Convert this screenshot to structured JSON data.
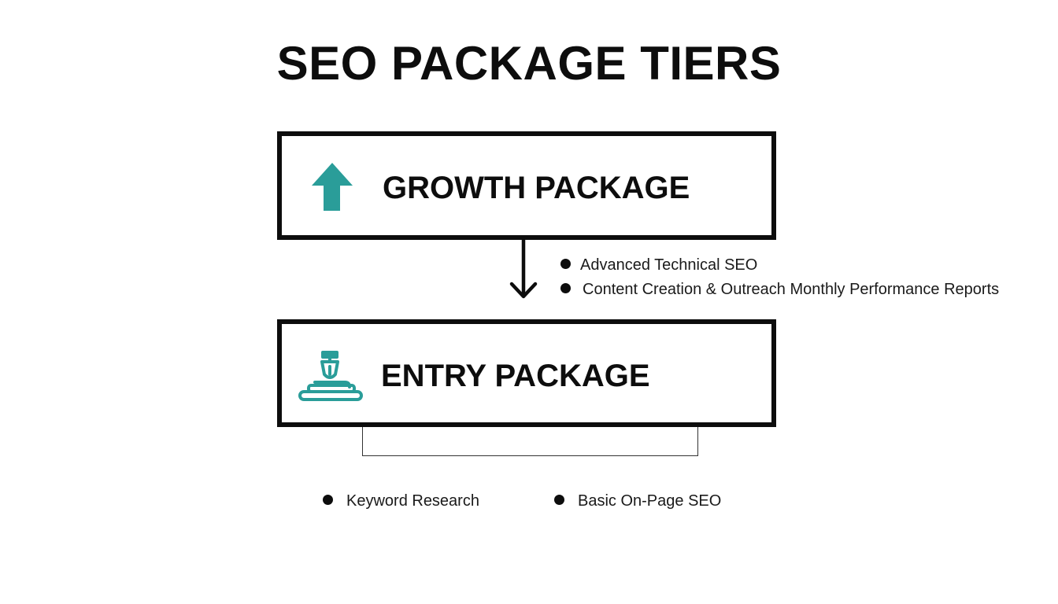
{
  "title": "SEO PACKAGE TIERS",
  "colors": {
    "accent": "#2a9d99",
    "outline": "#0d0d0d",
    "background": "#ffffff"
  },
  "tiers": [
    {
      "label": "GROWTH PACKAGE",
      "icon": "up-arrow-icon",
      "features": [
        "Advanced Technical SEO",
        "Content Creation & Outreach Monthly Performance Reports"
      ]
    },
    {
      "label": "ENTRY PACKAGE",
      "icon": "pen-nib-icon",
      "features": [
        "Keyword Research",
        "Basic On-Page SEO"
      ]
    }
  ],
  "connector": {
    "icon": "down-arrow-icon"
  }
}
